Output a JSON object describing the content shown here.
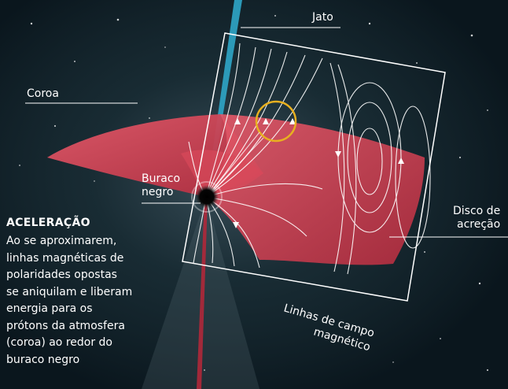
{
  "labels": {
    "jet": "Jato",
    "corona": "Coroa",
    "black_hole_line1": "Buraco",
    "black_hole_line2": "negro",
    "disk_line1": "Disco de",
    "disk_line2": "acreção",
    "field_lines": "Linhas de campo",
    "field_lines_2": "magnético"
  },
  "sidebar": {
    "title": "ACELERAÇÃO",
    "lines": [
      "Ao se aproximarem,",
      "linhas magnéticas de",
      "polaridades opostas",
      "se aniquilam e liberam",
      "energia para os",
      "prótons da atmosfera",
      "(coroa) ao redor do",
      "buraco negro"
    ]
  },
  "colors": {
    "background": "#0b1a22",
    "disk": "#c83a4a",
    "disk_highlight": "#e25565",
    "jet": "#2fa6c8",
    "jet_lower": "#b0283a",
    "field_lines": "#ffffff",
    "reconnection_circle": "#e8b020"
  }
}
